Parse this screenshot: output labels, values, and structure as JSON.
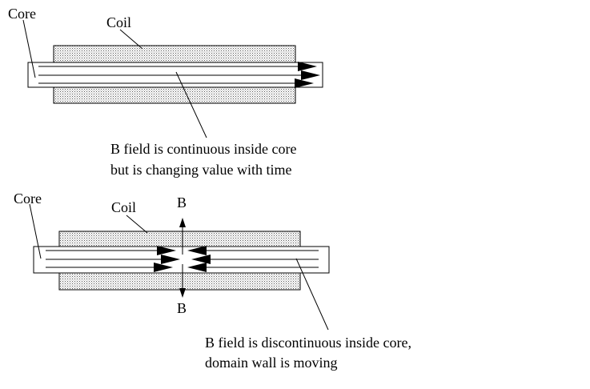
{
  "colors": {
    "background": "#ffffff",
    "ink": "#000000",
    "coil_fill": "#dadada"
  },
  "diagram_top": {
    "core_label": "Core",
    "coil_label": "Coil",
    "caption_line1": "B field is continuous inside core",
    "caption_line2": "but is changing value with time"
  },
  "diagram_bottom": {
    "core_label": "Core",
    "coil_label": "Coil",
    "b_label_up": "B",
    "b_label_down": "B",
    "caption_line1": "B field is discontinuous inside core,",
    "caption_line2": "domain wall is moving"
  }
}
